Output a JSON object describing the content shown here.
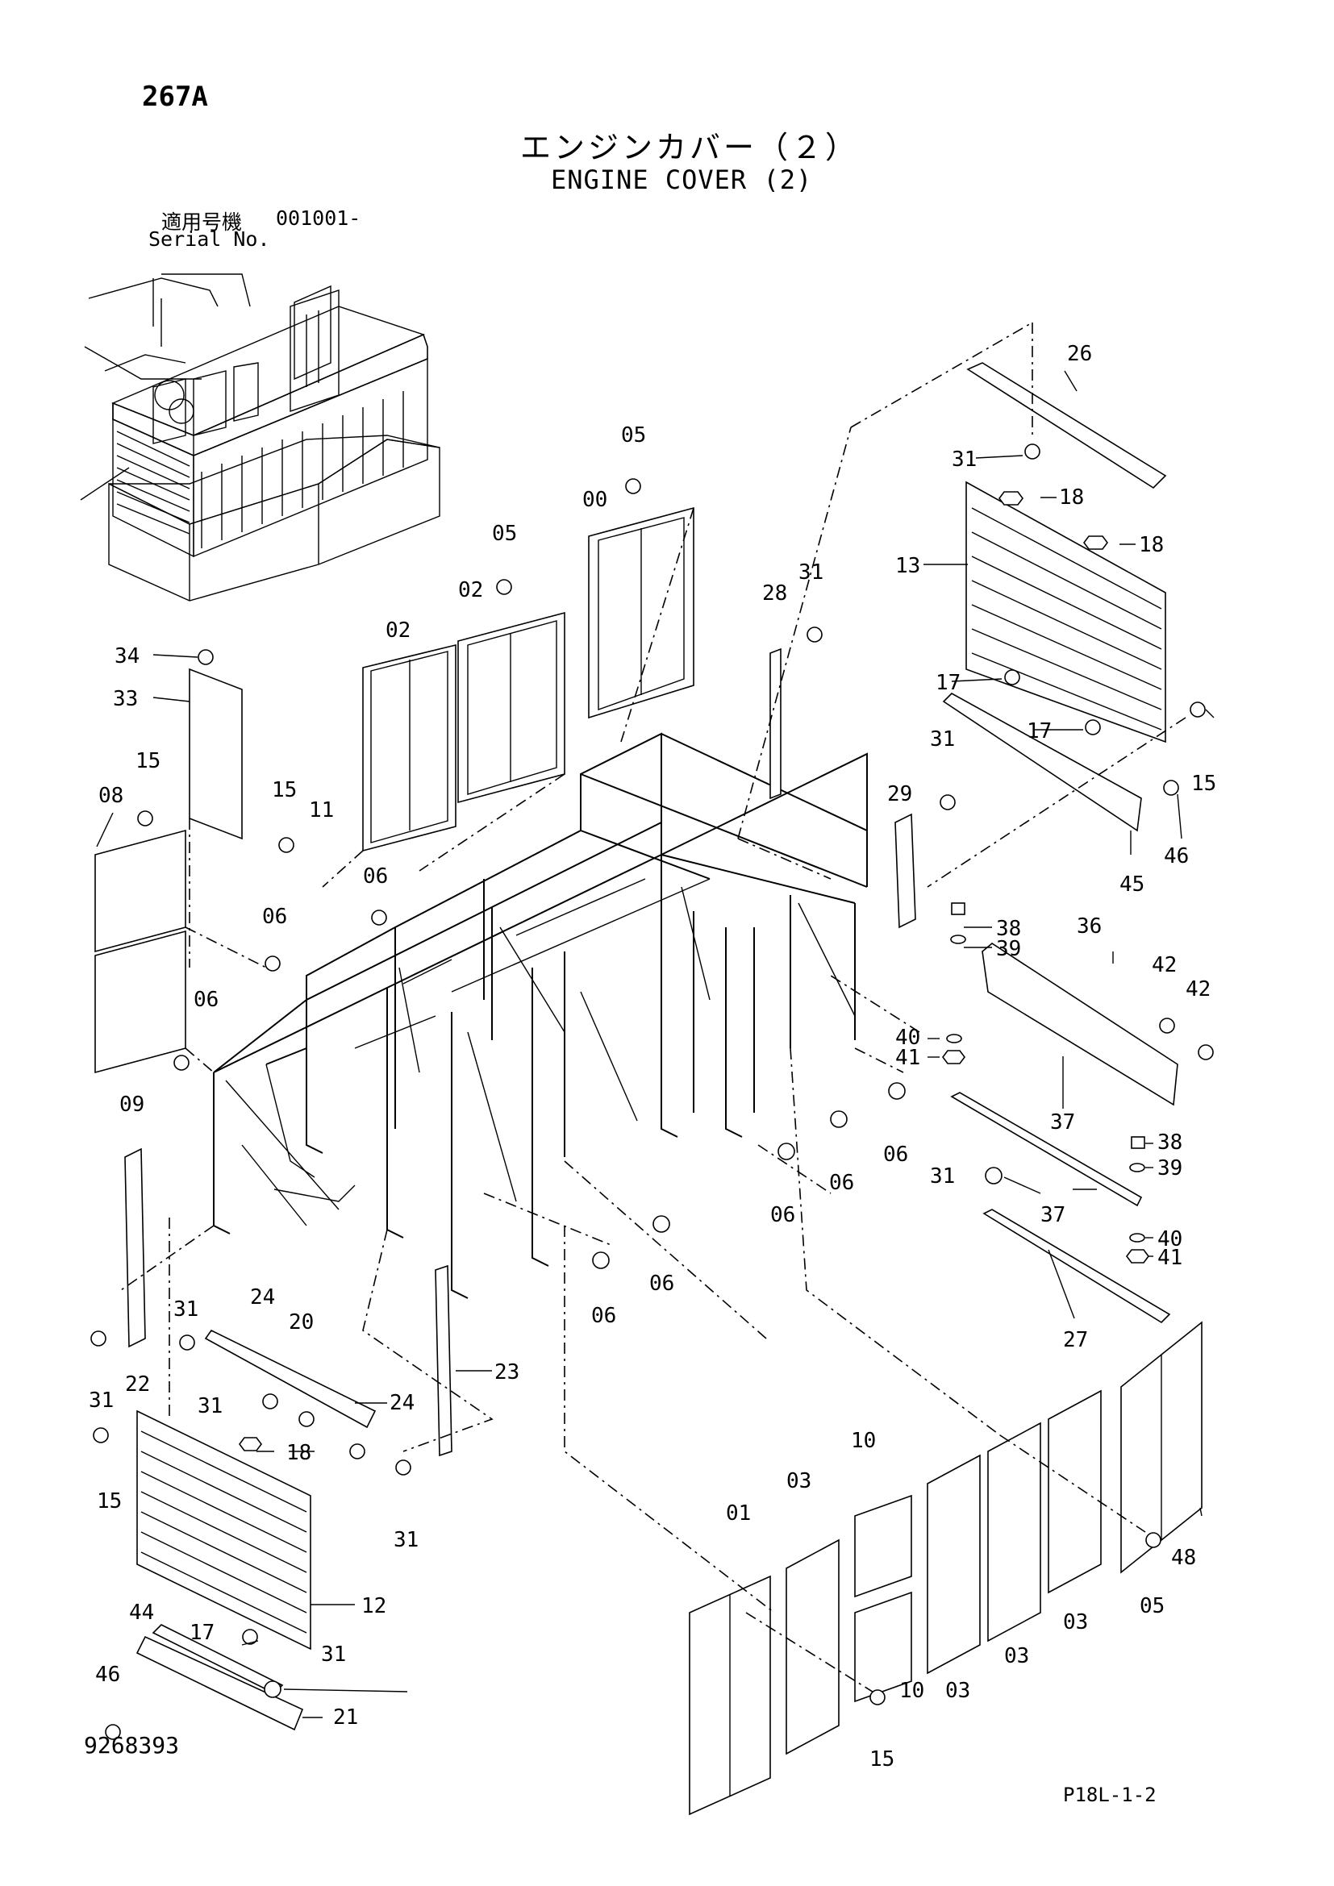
{
  "header": {
    "page_number": "267A",
    "title_jp": "エンジンカバー（２）",
    "title_en": "ENGINE COVER (2)",
    "serial_label_jp": "適用号機",
    "serial_value": "001001-",
    "serial_label_en": "Serial No."
  },
  "footer": {
    "document_number": "9268393",
    "page_ref": "P18L-1-2"
  },
  "callouts": {
    "c26": "26",
    "c31a": "31",
    "c18a": "18",
    "c18b": "18",
    "c13": "13",
    "c05a": "05",
    "c00": "00",
    "c05b": "05",
    "c02a": "02",
    "c02b": "02",
    "c28": "28",
    "c31b": "31",
    "c17a": "17",
    "c17b": "17",
    "c15a": "15",
    "c46a": "46",
    "c45": "45",
    "c34": "34",
    "c33": "33",
    "c15b": "15",
    "c08": "08",
    "c15c": "15",
    "c11": "11",
    "c29": "29",
    "c31c": "31",
    "c06a": "06",
    "c06b": "06",
    "c38a": "38",
    "c39a": "39",
    "c36": "36",
    "c42a": "42",
    "c42b": "42",
    "c06c": "06",
    "c40a": "40",
    "c41a": "41",
    "c09": "09",
    "c37a": "37",
    "c06d": "06",
    "c06e": "06",
    "c38b": "38",
    "c31d": "31",
    "c39b": "39",
    "c06f": "06",
    "c37b": "37",
    "c40b": "40",
    "c41b": "41",
    "c06g": "06",
    "c06h": "06",
    "c24a": "24",
    "c31e": "31",
    "c20": "20",
    "c27": "27",
    "c31f": "31",
    "c22": "22",
    "c24b": "24",
    "c23": "23",
    "c31g": "31",
    "c15d": "15",
    "c18c": "18",
    "c10a": "10",
    "c03a": "03",
    "c01": "01",
    "c31h": "31",
    "c12": "12",
    "c48": "48",
    "c05c": "05",
    "c03b": "03",
    "c03c": "03",
    "c03d": "03",
    "c10b": "10",
    "c17c": "17",
    "c31i": "31",
    "c44": "44",
    "c46b": "46",
    "c21": "21",
    "c15e": "15"
  }
}
